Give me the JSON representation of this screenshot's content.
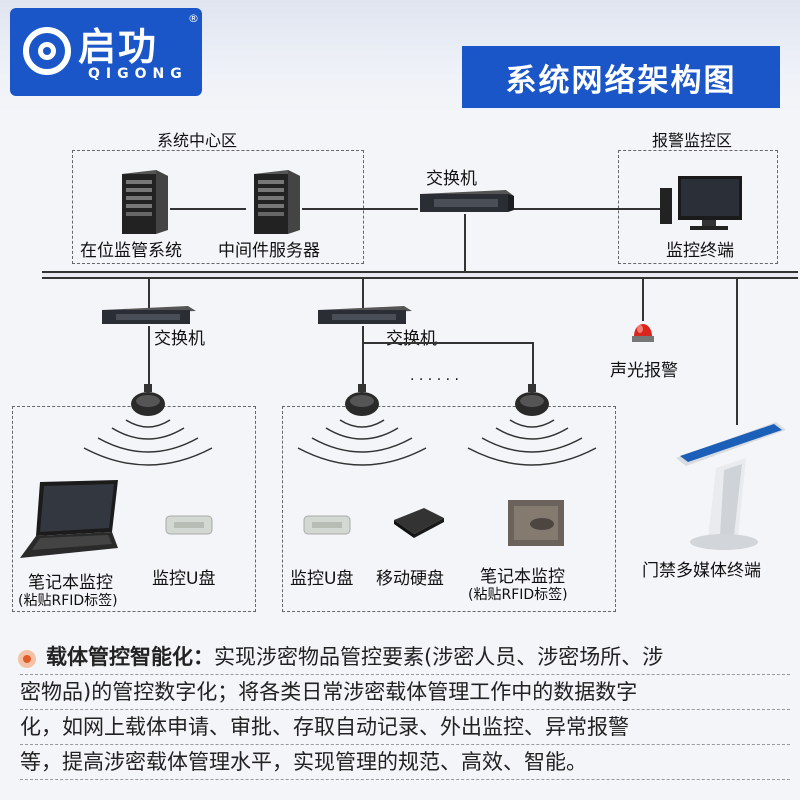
{
  "brand": {
    "name": "启功",
    "reg": "®",
    "english": "QIGONG"
  },
  "title": "系统网络架构图",
  "zones": {
    "center": "系统中心区",
    "alarm_zone": "报警监控区"
  },
  "nodes": {
    "server1": "在位监管系统",
    "server2": "中间件服务器",
    "switch_top": "交换机",
    "terminal": "监控终端",
    "switch_left": "交换机",
    "switch_mid": "交换机",
    "alarm": "声光报警",
    "ellipsis": "· · · · · ·",
    "laptop_left": "笔记本监控",
    "laptop_left_note": "(粘贴RFID标签)",
    "udisk_left": "监控U盘",
    "udisk_mid": "监控U盘",
    "hdd": "移动硬盘",
    "laptop_right": "笔记本监控",
    "laptop_right_note": "(粘贴RFID标签)",
    "kiosk": "门禁多媒体终端"
  },
  "description": {
    "heading": "载体管控智能化：",
    "line1": "实现涉密物品管控要素(涉密人员、涉密场所、涉",
    "line2": "密物品)的管控数字化；将各类日常涉密载体管理工作中的数据数字",
    "line3": "化，如网上载体申请、审批、存取自动记录、外出监控、异常报警",
    "line4": "等，提高涉密载体管理水平，实现管理的规范、高效、智能。"
  },
  "colors": {
    "brand_blue": "#1a56c8",
    "alarm_red": "#d9261c"
  }
}
